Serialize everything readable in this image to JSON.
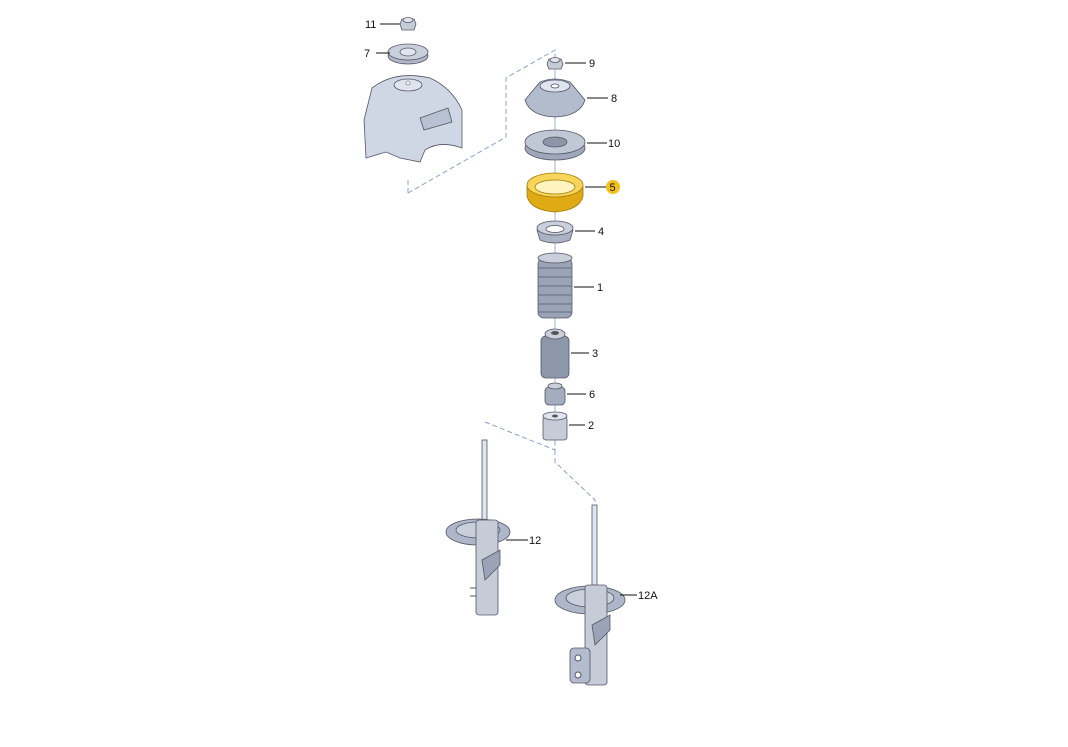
{
  "diagram": {
    "highlight_color": "#f2c21b",
    "part_color": "#c5ccd8",
    "callouts": [
      {
        "id": "11",
        "label": "11"
      },
      {
        "id": "7",
        "label": "7"
      },
      {
        "id": "9",
        "label": "9"
      },
      {
        "id": "8",
        "label": "8"
      },
      {
        "id": "10",
        "label": "10"
      },
      {
        "id": "5",
        "label": "5",
        "highlighted": true
      },
      {
        "id": "4",
        "label": "4"
      },
      {
        "id": "1",
        "label": "1"
      },
      {
        "id": "3",
        "label": "3"
      },
      {
        "id": "6",
        "label": "6"
      },
      {
        "id": "2",
        "label": "2"
      },
      {
        "id": "12",
        "label": "12"
      },
      {
        "id": "12A",
        "label": "12A"
      }
    ]
  }
}
